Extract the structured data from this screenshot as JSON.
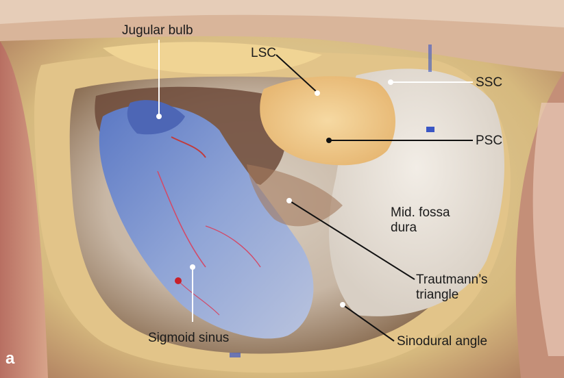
{
  "figure": {
    "panel_letter": "a",
    "labels": {
      "jugular_bulb": "Jugular bulb",
      "lsc": "LSC",
      "ssc": "SSC",
      "psc": "PSC",
      "mid_fossa_dura_line1": "Mid. fossa",
      "mid_fossa_dura_line2": "dura",
      "trautmann_line1": "Trautmann’s",
      "trautmann_line2": "triangle",
      "sigmoid_sinus": "Sigmoid sinus",
      "sinodural_angle": "Sinodural angle"
    }
  }
}
